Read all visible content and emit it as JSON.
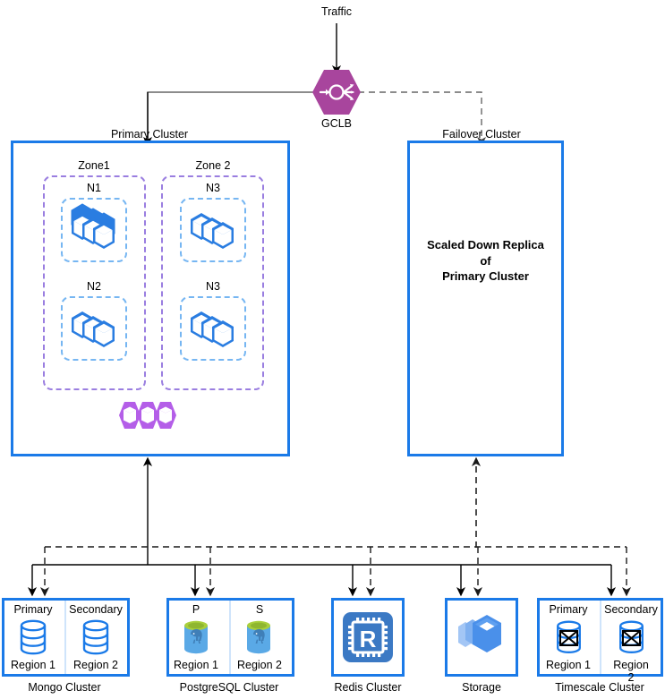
{
  "diagram": {
    "title_traffic": "Traffic",
    "gclb": {
      "label": "GCLB",
      "icon": "load-balancer-icon",
      "color": "#a8459d"
    }
  },
  "primary_cluster": {
    "label": "Primary Cluster",
    "border_color": "#1a7ae8",
    "zones": [
      {
        "label": "Zone1",
        "nodes": [
          {
            "label": "N1",
            "icon": "kubernetes-nodes-icon"
          },
          {
            "label": "N2",
            "icon": "kubernetes-nodes-icon"
          }
        ]
      },
      {
        "label": "Zone 2",
        "nodes": [
          {
            "label": "N3",
            "icon": "kubernetes-nodes-icon"
          },
          {
            "label": "N3",
            "icon": "kubernetes-nodes-icon"
          }
        ]
      }
    ],
    "extra_icon": "purple-pods-icon"
  },
  "failover_cluster": {
    "label": "Failover Cluster",
    "body_line1": "Scaled Down Replica",
    "body_line2": "of",
    "body_line3": "Primary Cluster",
    "border_color": "#1a7ae8"
  },
  "datastores": [
    {
      "name": "Mongo Cluster",
      "icon": "mongo-db-icon",
      "type": "paired",
      "left": {
        "role": "Primary",
        "region": "Region 1"
      },
      "right": {
        "role": "Secondary",
        "region": "Region 2"
      }
    },
    {
      "name": "PostgreSQL Cluster",
      "icon": "postgresql-elephant-icon",
      "type": "paired",
      "left": {
        "role": "P",
        "region": "Region 1"
      },
      "right": {
        "role": "S",
        "region": "Region 2"
      }
    },
    {
      "name": "Redis Cluster",
      "icon": "redis-memorystore-icon",
      "type": "single"
    },
    {
      "name": "Storage",
      "icon": "cloud-storage-icon",
      "type": "single"
    },
    {
      "name": "Timescale Cluster",
      "icon": "timescale-db-icon",
      "type": "paired",
      "left": {
        "role": "Primary",
        "region": "Region 1"
      },
      "right": {
        "role": "Secondary",
        "region": "Region 2"
      }
    }
  ],
  "colors": {
    "accent_blue": "#1a7ae8",
    "zone_purple": "#9a7ee0",
    "node_blue": "#76b6f2",
    "gclb_purple": "#a8459d",
    "line_solid": "#000000",
    "line_dashed": "#555555",
    "postgres_green": "#a9cf3c"
  }
}
